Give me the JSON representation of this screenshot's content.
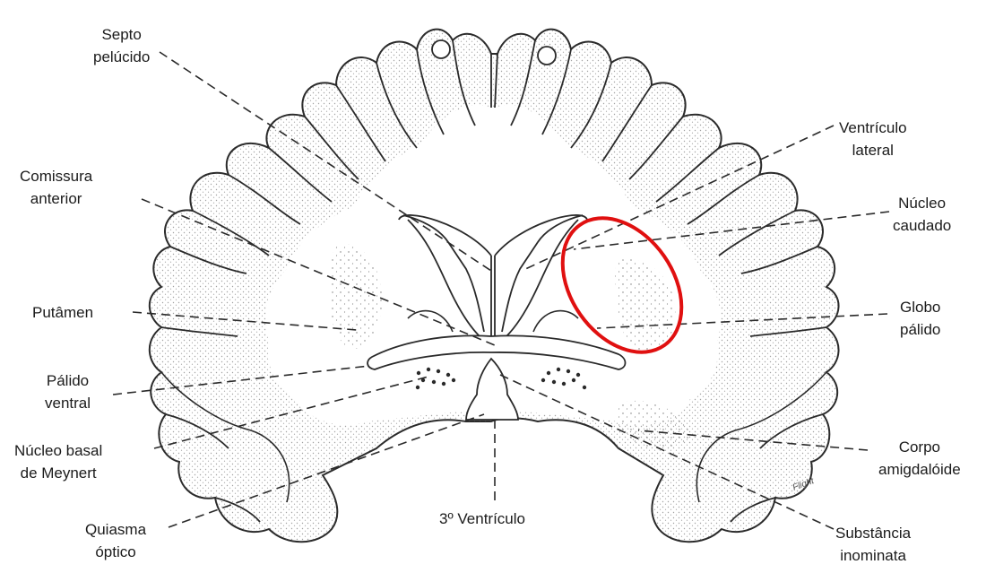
{
  "labels": {
    "septo": [
      "Septo",
      "pelúcido"
    ],
    "comissura": [
      "Comissura",
      "anterior"
    ],
    "putamen": [
      "Putâmen"
    ],
    "palido_ventral": [
      "Pálido",
      "ventral"
    ],
    "basal": [
      "Núcleo basal",
      "de Meynert"
    ],
    "quiasma": [
      "Quiasma",
      "óptico"
    ],
    "terceiro": [
      "3º Ventrículo"
    ],
    "ventriculo_lateral": [
      "Ventrículo",
      "lateral"
    ],
    "caudado": [
      "Núcleo",
      "caudado"
    ],
    "globo": [
      "Globo",
      "pálido"
    ],
    "amigdaloide": [
      "Corpo",
      "amigdalóide"
    ],
    "substancia": [
      "Substância",
      "inominata"
    ]
  },
  "signature": "Flight",
  "colors": {
    "ink": "#2a2a2a",
    "stipple": "#5a5a5a",
    "highlight": "#e01010"
  }
}
